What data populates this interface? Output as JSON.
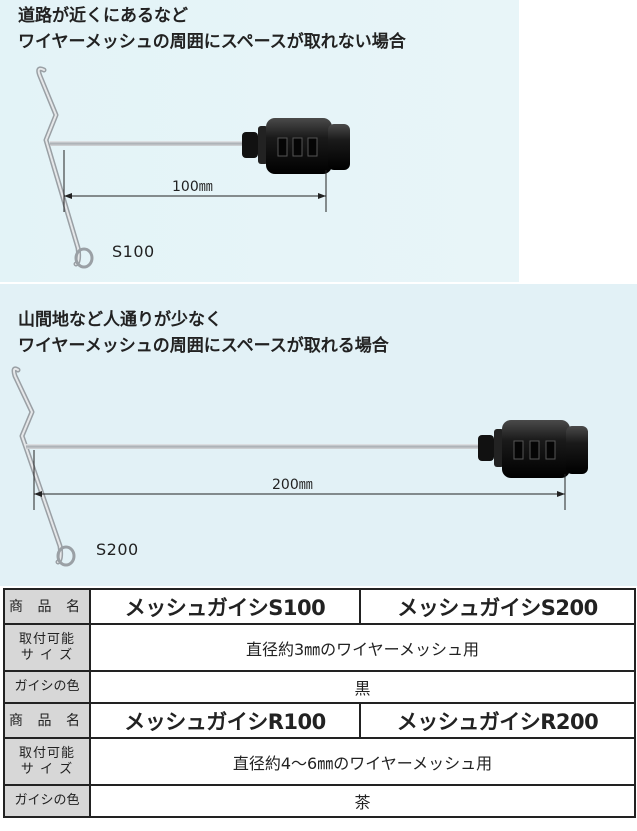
{
  "section1": {
    "heading_line1": "道路が近くにあるなど",
    "heading_line2": "ワイヤーメッシュの周囲にスペースが取れない場合",
    "dimension": "100㎜",
    "model_code": "S100"
  },
  "section2": {
    "heading_line1": "山間地など人通りが少なく",
    "heading_line2": "ワイヤーメッシュの周囲にスペースが取れる場合",
    "dimension": "200㎜",
    "model_code": "S200"
  },
  "spec_table": {
    "group1": {
      "name_header": "商 品 名",
      "product_a": "メッシュガイシS100",
      "product_b": "メッシュガイシS200",
      "size_header_line1": "取付可能",
      "size_header_line2": "サ イ ズ",
      "size_value": "直径約3㎜のワイヤーメッシュ用",
      "color_header": "ガイシの色",
      "color_value": "黒"
    },
    "group2": {
      "name_header": "商 品 名",
      "product_a": "メッシュガイシR100",
      "product_b": "メッシュガイシR200",
      "size_header_line1": "取付可能",
      "size_header_line2": "サ イ ズ",
      "size_value": "直径約4～6㎜のワイヤーメッシュ用",
      "color_header": "ガイシの色",
      "color_value": "茶"
    }
  },
  "colors": {
    "panel_bg": "#e2f1f6",
    "insulator": "#1e1e1e",
    "wire": "#b8bcc0",
    "table_header_bg": "#d7d7d7"
  }
}
